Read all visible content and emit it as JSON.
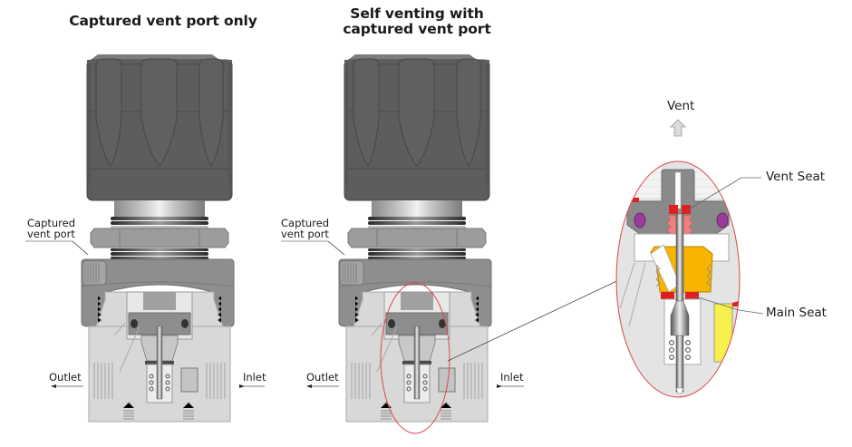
{
  "panels": [
    {
      "id": "captured-only",
      "title": "Captured vent port only",
      "callout": "Captured\nvent port",
      "callout_line1": "Captured",
      "callout_line2": "vent port",
      "outlet_label": "Outlet",
      "inlet_label": "Inlet"
    },
    {
      "id": "self-venting",
      "title_line1": "Self venting with",
      "title_line2": "captured vent port",
      "callout_line1": "Captured",
      "callout_line2": "vent port",
      "outlet_label": "Outlet",
      "inlet_label": "Inlet"
    }
  ],
  "detail": {
    "vent_label": "Vent",
    "vent_seat_label": "Vent Seat",
    "main_seat_label": "Main Seat"
  },
  "colors": {
    "knob": "#5b5b5b",
    "knob_edge": "#3e3e3e",
    "bonnet": "#8e8e8e",
    "body": "#d9d9d9",
    "highlight_ellipse": "#d9474f",
    "seat_red": "#e0201c",
    "thread_pink": "#f08080",
    "orange_part": "#f7b500",
    "oring_purple": "#9b3a9b",
    "yellow_filter": "#f5f04a"
  }
}
